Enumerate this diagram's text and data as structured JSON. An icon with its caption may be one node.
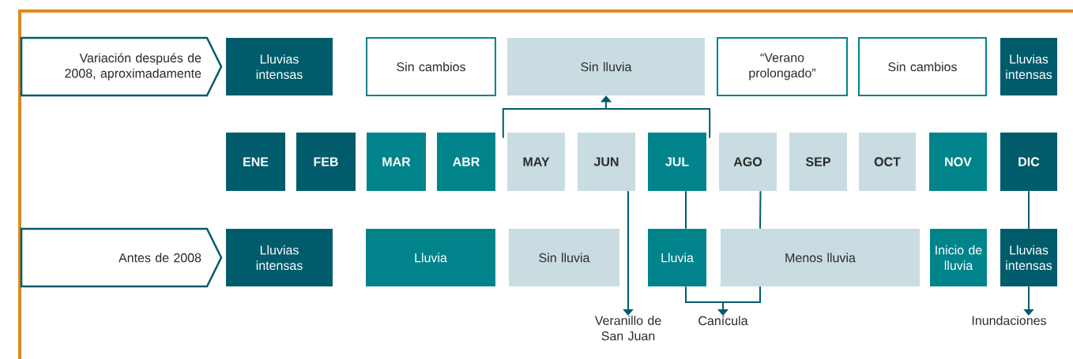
{
  "diagram": {
    "nodes": [
      {
        "text": [
          "Variación después de 2008, aproximadamente"
        ]
      },
      {
        "text": [
          "Lluvias intensas"
        ]
      },
      {
        "text": [
          "Sin cambios"
        ]
      },
      {
        "text": [
          "Sin lluvia"
        ]
      },
      {
        "text": [
          "“Verano prolongado”"
        ]
      },
      {
        "text": [
          "Sin cambios"
        ]
      },
      {
        "text": [
          "Lluvias intensas"
        ]
      },
      {
        "text": [
          "ENE"
        ]
      },
      {
        "text": [
          "FEB"
        ]
      },
      {
        "text": [
          "MAR"
        ]
      },
      {
        "text": [
          "ABR"
        ]
      },
      {
        "text": [
          "MAY"
        ]
      },
      {
        "text": [
          "JUN"
        ]
      },
      {
        "text": [
          "JUL"
        ]
      },
      {
        "text": [
          "AGO"
        ]
      },
      {
        "text": [
          "SEP"
        ]
      },
      {
        "text": [
          "OCT"
        ]
      },
      {
        "text": [
          "NOV"
        ]
      },
      {
        "text": [
          "DIC"
        ]
      },
      {
        "text": [
          "Antes de 2008"
        ]
      },
      {
        "text": [
          "Lluvias intensas"
        ]
      },
      {
        "text": [
          "Lluvia"
        ]
      },
      {
        "text": [
          "Sin lluvia"
        ]
      },
      {
        "text": [
          "Lluvia"
        ]
      },
      {
        "text": [
          "Menos lluvia"
        ]
      },
      {
        "text": [
          "Inicio de lluvia"
        ]
      },
      {
        "text": [
          "Lluvias intensas"
        ]
      },
      {
        "text": [
          "Veranillo de San Juan"
        ]
      },
      {
        "text": [
          "Canícula"
        ]
      },
      {
        "text": [
          "Inundaciones"
        ]
      }
    ],
    "edges": [
      {
        "from": 11,
        "to": 3,
        "arrow": "to"
      },
      {
        "from": 13,
        "to": 3,
        "arrow": "to"
      },
      {
        "from": 12,
        "to": 27,
        "arrow": "to"
      },
      {
        "from": 13,
        "to": 23,
        "arrow": "none"
      },
      {
        "from": 14,
        "to": 24,
        "arrow": "none"
      },
      {
        "from": 23,
        "to": 28,
        "arrow": "to"
      },
      {
        "from": 24,
        "to": 28,
        "arrow": "to"
      },
      {
        "from": 18,
        "to": 26,
        "arrow": "none"
      },
      {
        "from": 26,
        "to": 29,
        "arrow": "to"
      }
    ]
  }
}
